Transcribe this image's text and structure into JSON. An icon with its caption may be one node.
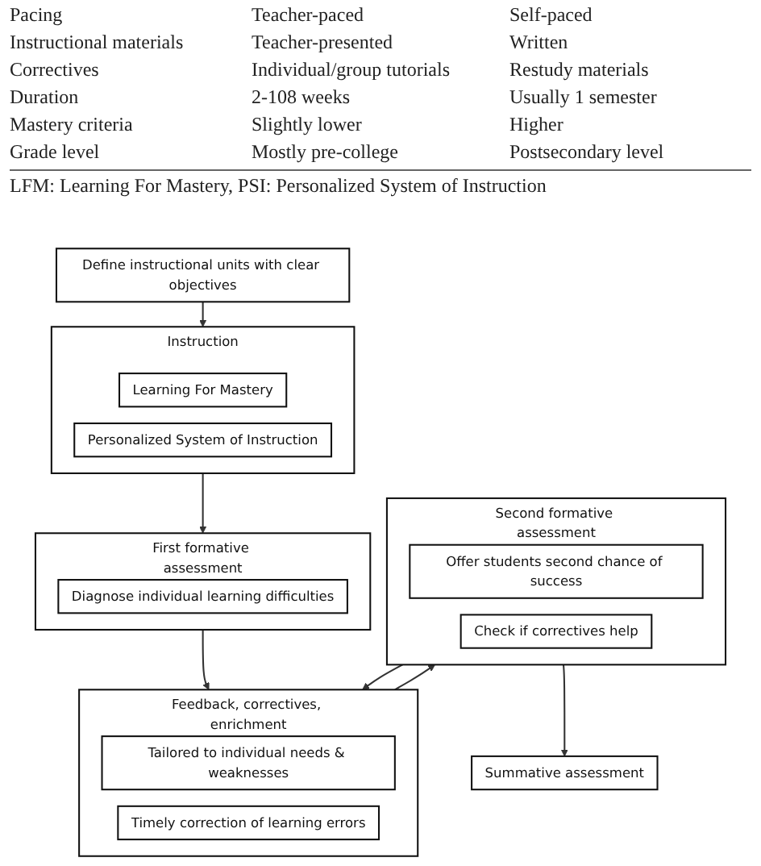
{
  "diagram": {
    "nodes": [
      {
        "text": [
          "Define instructional units with clear objectives"
        ]
      },
      {
        "text": [
          "Instruction"
        ]
      },
      {
        "text": [
          "Learning For Mastery"
        ],
        "in": 1
      },
      {
        "text": [
          "Personalized System of Instruction"
        ],
        "in": 1
      },
      {
        "text": [
          "First formative assessment"
        ]
      },
      {
        "text": [
          "Diagnose individual learning difficulties"
        ],
        "in": 4
      },
      {
        "text": [
          "Feedback, correctives, enrichment"
        ]
      },
      {
        "text": [
          "Tailored to individual needs & weaknesses"
        ],
        "in": 6
      },
      {
        "text": [
          "Timely correction of learning errors"
        ],
        "in": 6
      },
      {
        "text": [
          "Second formative assessment"
        ]
      },
      {
        "text": [
          "Offer students second chance of success"
        ],
        "in": 9
      },
      {
        "text": [
          "Check if correctives help"
        ],
        "in": 9
      },
      {
        "text": [
          "Summative assessment"
        ]
      }
    ],
    "edges": [
      {
        "from": 0,
        "to": 1,
        "arrow": "to"
      },
      {
        "from": 1,
        "to": 4,
        "arrow": "to"
      },
      {
        "from": 4,
        "to": 6,
        "arrow": "to"
      },
      {
        "from": 6,
        "to": 9,
        "arrow": "to"
      },
      {
        "from": 9,
        "to": 12,
        "arrow": "to"
      },
      {
        "from": 9,
        "to": 6,
        "arrow": "to"
      }
    ],
    "labels": [
      "Pacing",
      "Teacher-paced",
      "Self-paced",
      "Instructional materials",
      "Teacher-presented",
      "Written",
      "Correctives",
      "Individual/group tutorials",
      "Restudy materials",
      "Duration",
      "2-108 weeks",
      "Usually 1 semester",
      "Mastery criteria",
      "Slightly lower",
      "Higher",
      "Grade level",
      "Mostly pre-college",
      "Postsecondary level",
      "LFM: Learning For Mastery, PSI: Personalized System of Instruction"
    ]
  }
}
